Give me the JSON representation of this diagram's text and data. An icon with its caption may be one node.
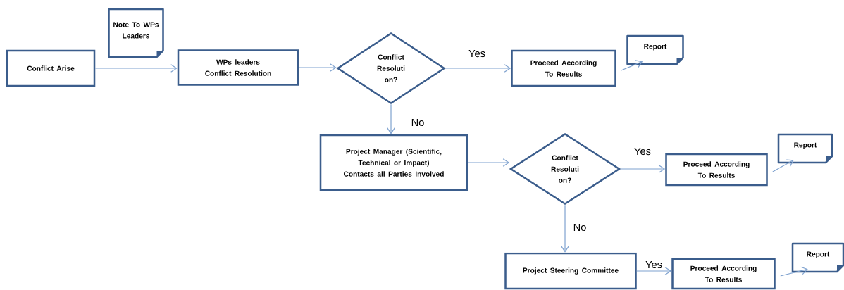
{
  "diagram": {
    "nodes": [
      {
        "text": [
          "Conflict Arise"
        ]
      },
      {
        "text": [
          "Note To WPs Leaders"
        ]
      },
      {
        "text": [
          "WPs leaders Conflict Resolution"
        ]
      },
      {
        "text": [
          "Conflict Resoluti on?"
        ]
      },
      {
        "text": [
          "Proceed According To Results"
        ]
      },
      {
        "text": [
          "Report"
        ]
      },
      {
        "text": [
          "Project Manager (Scientific, Technical or Impact) Contacts all Parties Involved"
        ]
      },
      {
        "text": [
          "Conflict Resoluti on?"
        ]
      },
      {
        "text": [
          "Proceed According To Results"
        ]
      },
      {
        "text": [
          "Report"
        ]
      },
      {
        "text": [
          "Project Steering Committee"
        ]
      },
      {
        "text": [
          "Proceed According To Results"
        ]
      },
      {
        "text": [
          "Report"
        ]
      }
    ],
    "edges": [
      {
        "from": 0,
        "to": 2,
        "arrow": "to"
      },
      {
        "from": 2,
        "to": 3,
        "arrow": "to"
      },
      {
        "from": 3,
        "to": 4,
        "arrow": "to",
        "label": "Yes"
      },
      {
        "from": 4,
        "to": 5,
        "arrow": "to"
      },
      {
        "from": 3,
        "to": 6,
        "arrow": "to",
        "label": "No"
      },
      {
        "from": 6,
        "to": 7,
        "arrow": "to"
      },
      {
        "from": 7,
        "to": 8,
        "arrow": "to",
        "label": "Yes"
      },
      {
        "from": 8,
        "to": 9,
        "arrow": "to"
      },
      {
        "from": 7,
        "to": 10,
        "arrow": "to",
        "label": "No"
      },
      {
        "from": 10,
        "to": 11,
        "arrow": "to",
        "label": "Yes"
      },
      {
        "from": 11,
        "to": 12,
        "arrow": "to"
      }
    ]
  }
}
